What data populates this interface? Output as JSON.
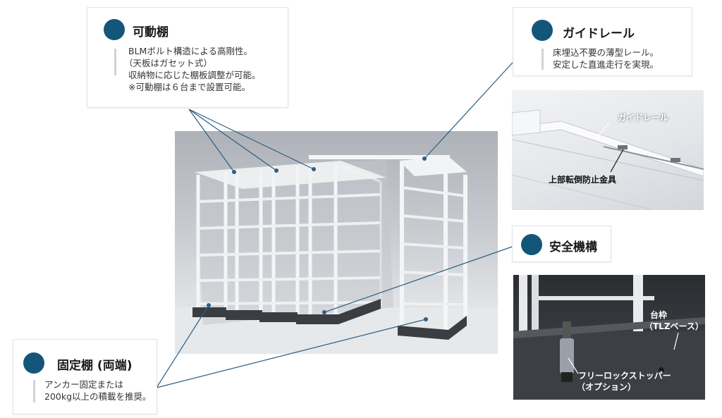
{
  "callouts": {
    "movable": {
      "title": "可動棚",
      "lines": [
        "BLMボルト構造による高剛性。",
        "（天板はガセット式）",
        "収納物に応じた棚板調整が可能。",
        "※可動棚は６台まで設置可能。"
      ]
    },
    "guide_rail": {
      "title": "ガイドレール",
      "lines": [
        "床埋込不要の薄型レール。",
        "安定した直進走行を実現。"
      ]
    },
    "safety": {
      "title": "安全機構"
    },
    "fixed": {
      "title": "固定棚 (両端)",
      "lines": [
        "アンカー固定または",
        "200kg以上の積載を推奨。"
      ]
    }
  },
  "photos": {
    "rail_detail": {
      "label_guide_rail": "ガイドレール",
      "label_anti_tip": "上部転倒防止金具"
    },
    "stopper_detail": {
      "label_base_1": "台枠",
      "label_base_2": "（TLZベース）",
      "label_stopper_1": "フリーロックストッパー",
      "label_stopper_2": "（オプション）"
    }
  },
  "colors": {
    "accent": "#14567a",
    "leader": "#2a5f85"
  }
}
